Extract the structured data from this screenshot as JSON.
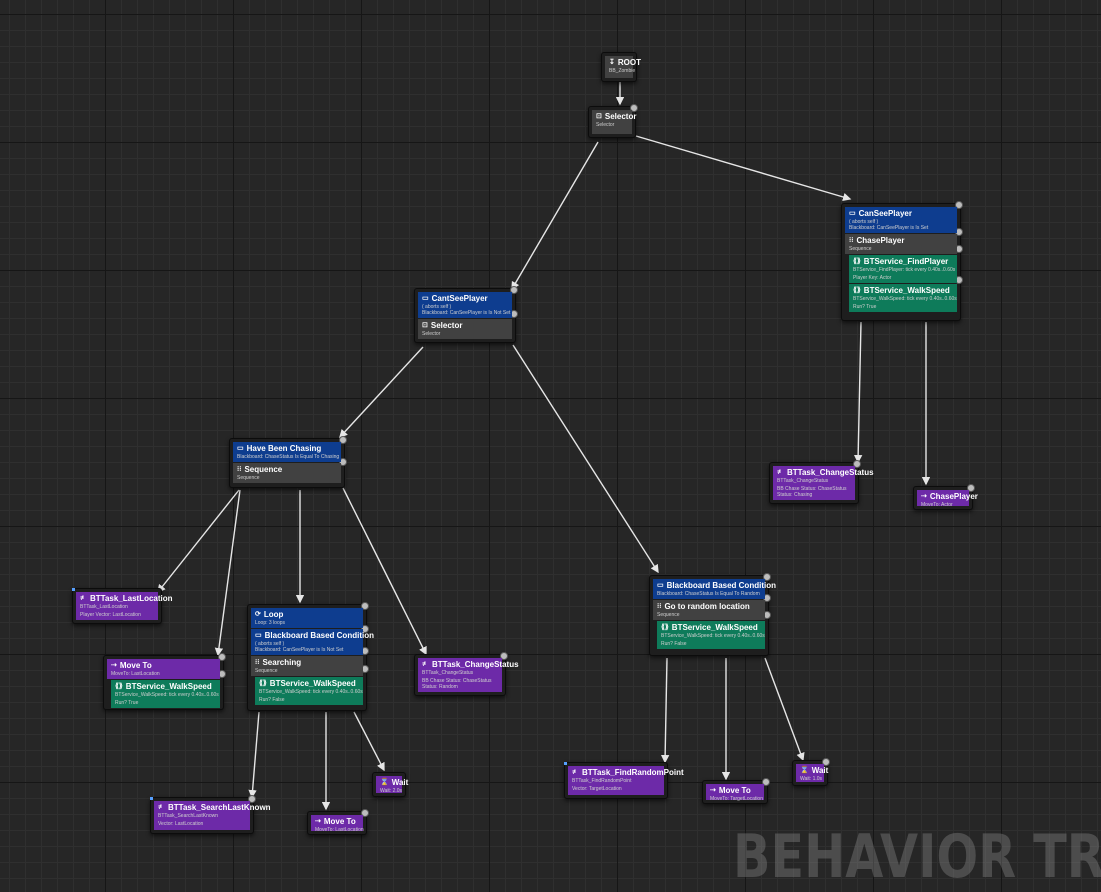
{
  "watermark": "BEHAVIOR TRE",
  "nodes": {
    "root": {
      "title": "ROOT",
      "sub": "BB_Zombie"
    },
    "top_selector": {
      "title": "Selector",
      "sub": "Selector"
    },
    "cant_see": {
      "dec_title": "CantSeePlayer",
      "dec_abort": "( aborts self )",
      "dec_sub": "Blackboard: CanSeePlayer is Is Not Set",
      "title": "Selector",
      "sub": "Selector"
    },
    "can_see": {
      "dec_title": "CanSeePlayer",
      "dec_abort": "( aborts self )",
      "dec_sub": "Blackboard: CanSeePlayer is Is Set",
      "title": "ChasePlayer",
      "sub": "Sequence",
      "svc1_title": "BTService_FindPlayer",
      "svc1_sub": "BTService_FindPlayer: tick every 0.40s..0.60s",
      "svc1_prop": "Player Key: Actor",
      "svc2_title": "BTService_WalkSpeed",
      "svc2_sub": "BTService_WalkSpeed: tick every 0.40s..0.60s",
      "svc2_prop": "Run? True"
    },
    "change_status_chasing": {
      "title": "BTTask_ChangeStatus",
      "sub": "BTTask_ChangeStatus",
      "prop1": "BB Chase Status: ChaseStatus",
      "prop2": "Status: Chasing"
    },
    "chase_player": {
      "title": "ChasePlayer",
      "sub": "MoveTo: Actor"
    },
    "have_been_chasing": {
      "dec_title": "Have Been Chasing",
      "dec_sub": "Blackboard: ChaseStatus Is Equal To Chasing",
      "title": "Sequence",
      "sub": "Sequence"
    },
    "last_location": {
      "title": "BTTask_LastLocation",
      "sub": "BTTask_LastLocation",
      "prop": "Player Vector: LastLocation"
    },
    "move_to_last": {
      "title": "Move To",
      "sub": "MoveTo: LastLocation",
      "svc_title": "BTService_WalkSpeed",
      "svc_sub": "BTService_WalkSpeed: tick every 0.40s..0.60s",
      "svc_prop": "Run? True"
    },
    "searching": {
      "loop_title": "Loop",
      "loop_sub": "Loop: 3 loops",
      "dec_title": "Blackboard Based Condition",
      "dec_abort": "( aborts self )",
      "dec_sub": "Blackboard: CanSeePlayer is Is Not Set",
      "title": "Searching",
      "sub": "Sequence",
      "svc_title": "BTService_WalkSpeed",
      "svc_sub": "BTService_WalkSpeed: tick every 0.40s..0.60s",
      "svc_prop": "Run? False"
    },
    "change_status_random": {
      "title": "BTTask_ChangeStatus",
      "sub": "BTTask_ChangeStatus",
      "prop1": "BB Chase Status: ChaseStatus",
      "prop2": "Status: Random"
    },
    "search_last_known": {
      "title": "BTTask_SearchLastKnown",
      "sub": "BTTask_SearchLastKnown",
      "prop": "Vector: LastLocation"
    },
    "move_to_last2": {
      "title": "Move To",
      "sub": "MoveTo: LastLocation"
    },
    "wait_2": {
      "title": "Wait",
      "sub": "Wait: 2.0s"
    },
    "random_location": {
      "dec_title": "Blackboard Based Condition",
      "dec_sub": "Blackboard: ChaseStatus Is Equal To Random",
      "title": "Go to random location",
      "sub": "Sequence",
      "svc_title": "BTService_WalkSpeed",
      "svc_sub": "BTService_WalkSpeed: tick every 0.40s..0.60s",
      "svc_prop": "Run? False"
    },
    "find_random": {
      "title": "BTTask_FindRandomPoint",
      "sub": "BTTask_FindRandomPoint",
      "prop": "Vector: TargetLocation"
    },
    "move_to_target": {
      "title": "Move To",
      "sub": "MoveTo: TargetLocation"
    },
    "wait_1": {
      "title": "Wait",
      "sub": "Wait: 1.0s"
    }
  },
  "colors": {
    "decorator": "#0e3d8f",
    "composite": "#414141",
    "service": "#0e7b5a",
    "task": "#6d2aa8",
    "wire": "#e6e6e6"
  },
  "icons": [
    "root-icon",
    "selector-icon",
    "decorator-icon",
    "sequence-icon",
    "service-icon",
    "task-icon",
    "move-to-icon",
    "wait-icon",
    "loop-icon"
  ]
}
